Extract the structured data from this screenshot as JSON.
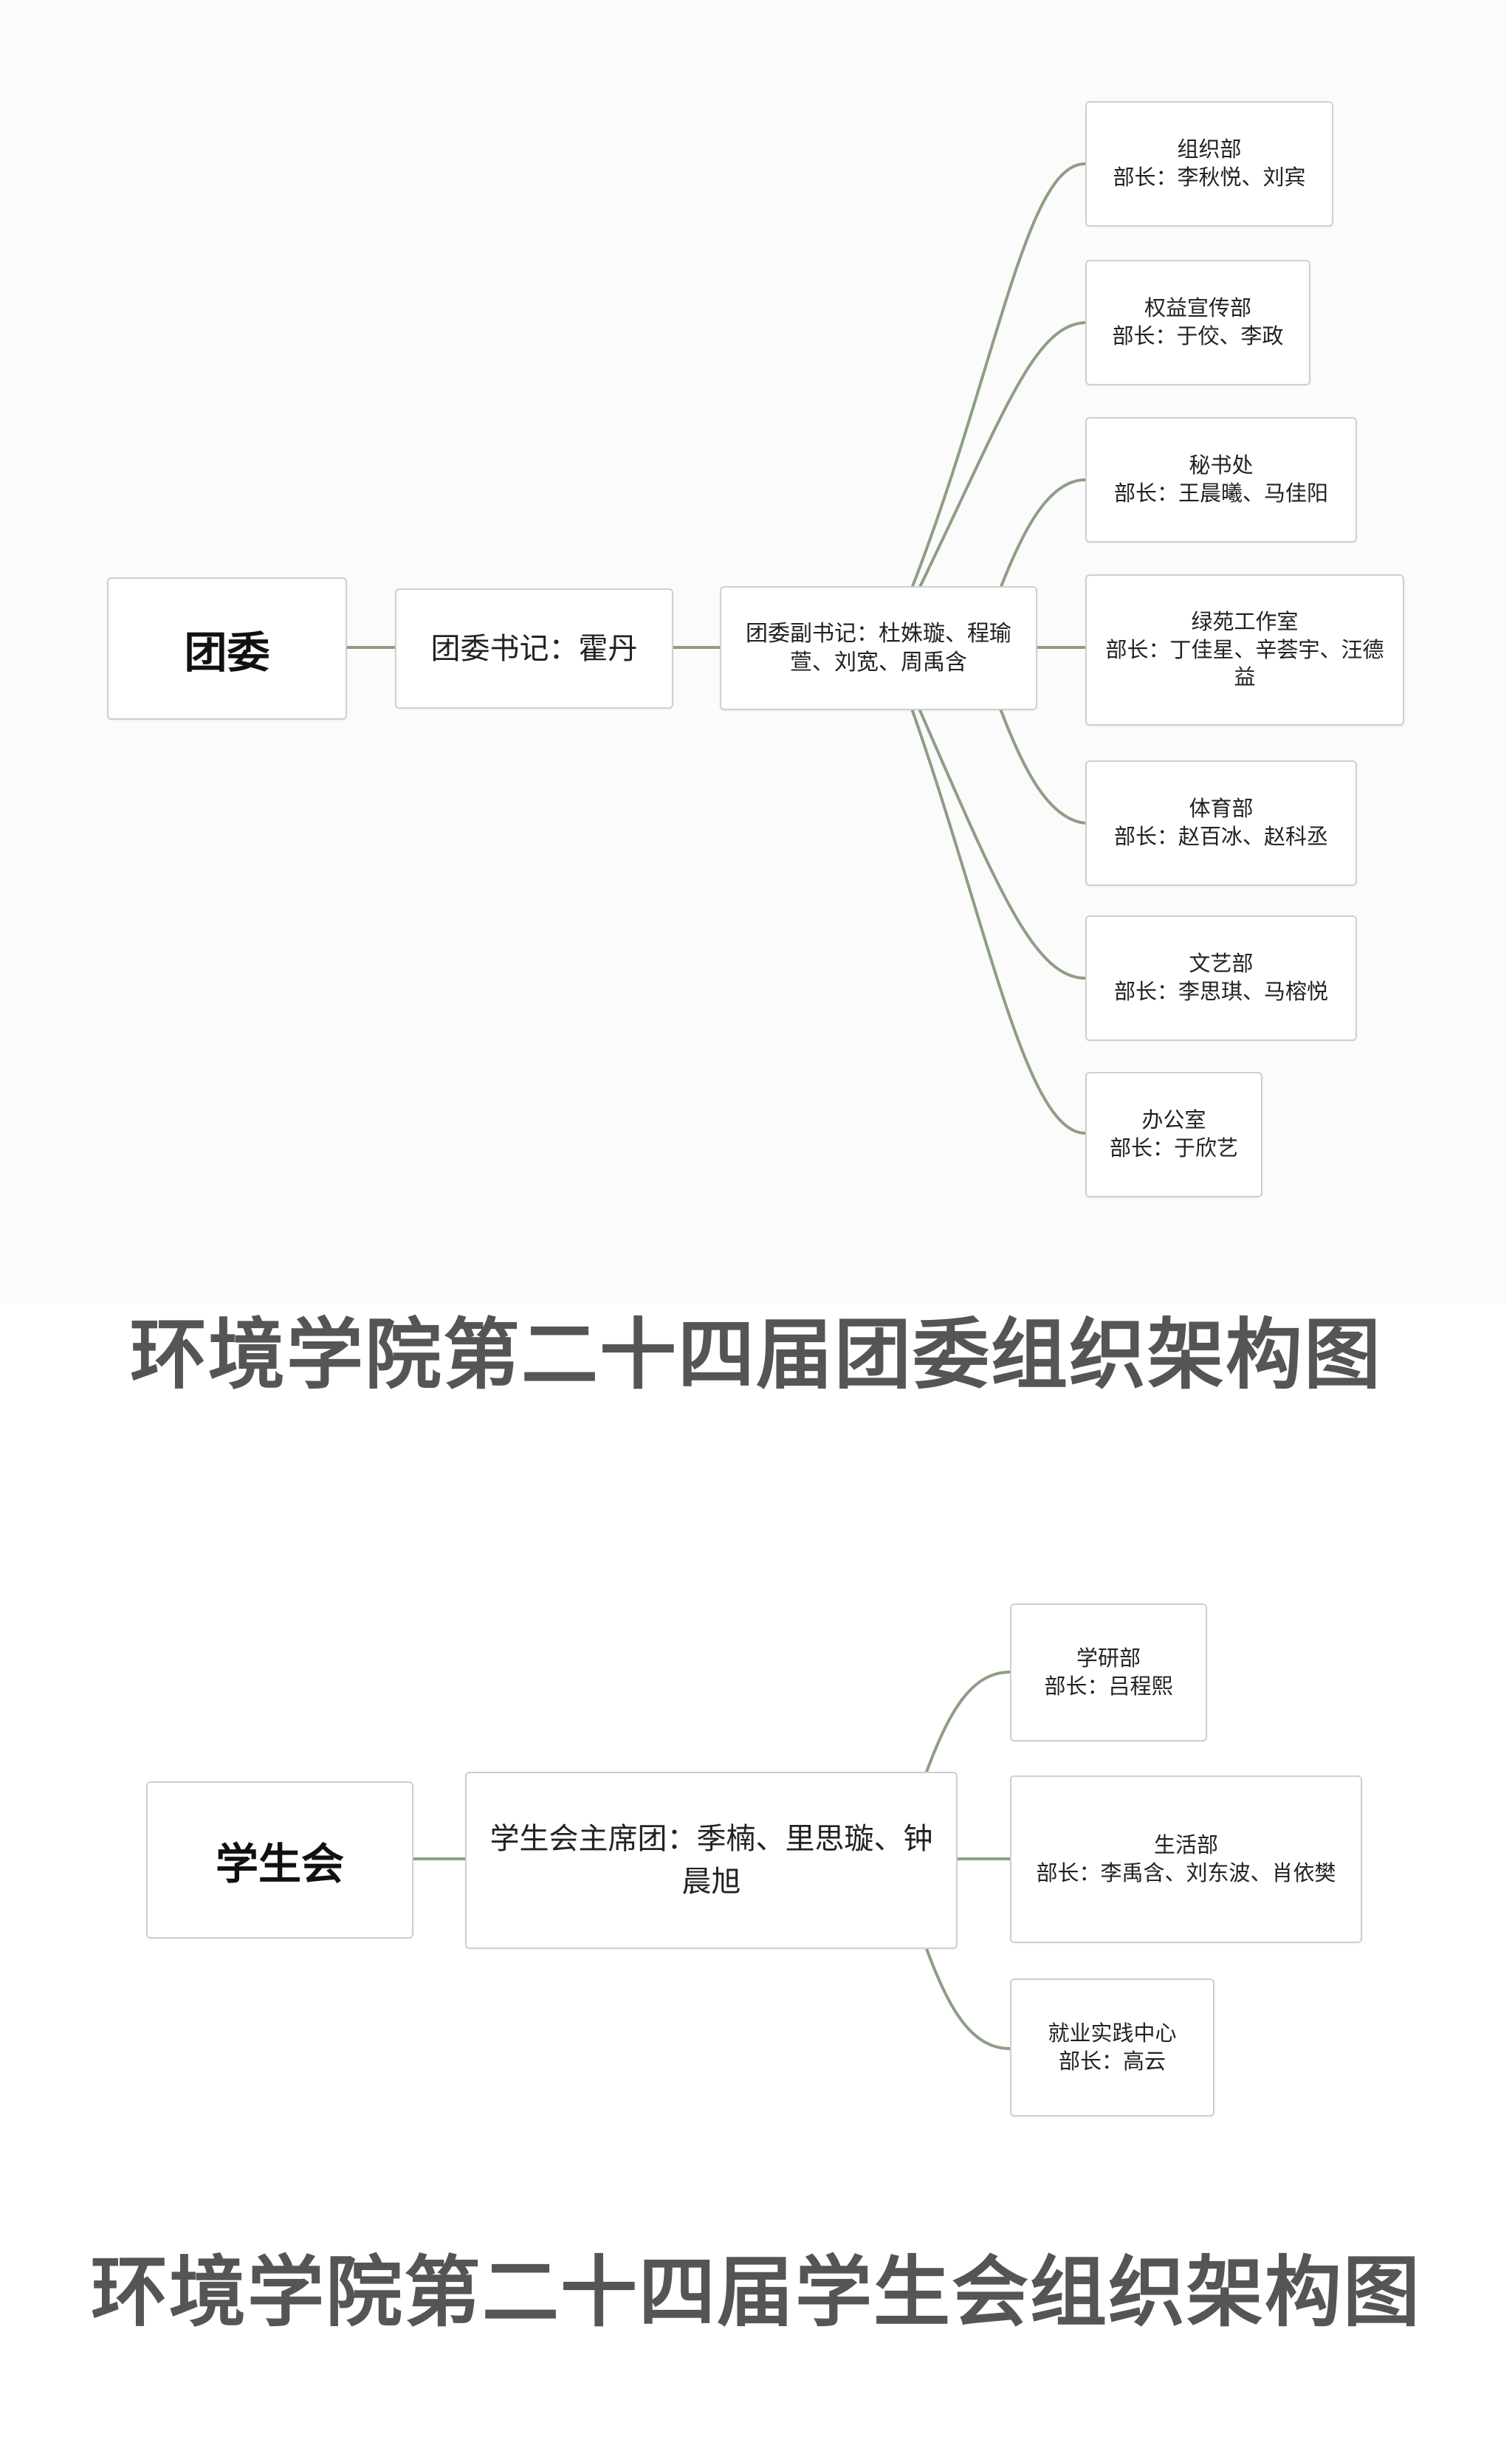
{
  "youth_league": {
    "root": "团委",
    "secretary": "团委书记：霍丹",
    "deputy": "团委副书记：杜姝璇、程瑜萱、刘宽、周禹含",
    "departments": [
      {
        "name": "组织部",
        "heads": "部长：李秋悦、刘宾"
      },
      {
        "name": "权益宣传部",
        "heads": "部长：于佼、李政"
      },
      {
        "name": "秘书处",
        "heads": "部长：王晨曦、马佳阳"
      },
      {
        "name": "绿苑工作室",
        "heads": "部长：丁佳星、辛荟宇、汪德益"
      },
      {
        "name": "体育部",
        "heads": "部长：赵百冰、赵科丞"
      },
      {
        "name": "文艺部",
        "heads": "部长：李思琪、马榕悦"
      },
      {
        "name": "办公室",
        "heads": "部长：于欣艺"
      }
    ],
    "caption": "环境学院第二十四届团委组织架构图"
  },
  "student_union": {
    "root": "学生会",
    "presidium": "学生会主席团：季楠、里思璇、钟晨旭",
    "departments": [
      {
        "name": "学研部",
        "heads": "部长：吕程熙"
      },
      {
        "name": "生活部",
        "heads": "部长：李禹含、刘东波、肖依樊"
      },
      {
        "name": "就业实践中心",
        "heads": "部长：高云"
      }
    ],
    "caption": "环境学院第二十四届学生会组织架构图"
  },
  "colors": {
    "connector": "#8d9e84",
    "border": "#cfcfcf",
    "caption": "#555555"
  }
}
